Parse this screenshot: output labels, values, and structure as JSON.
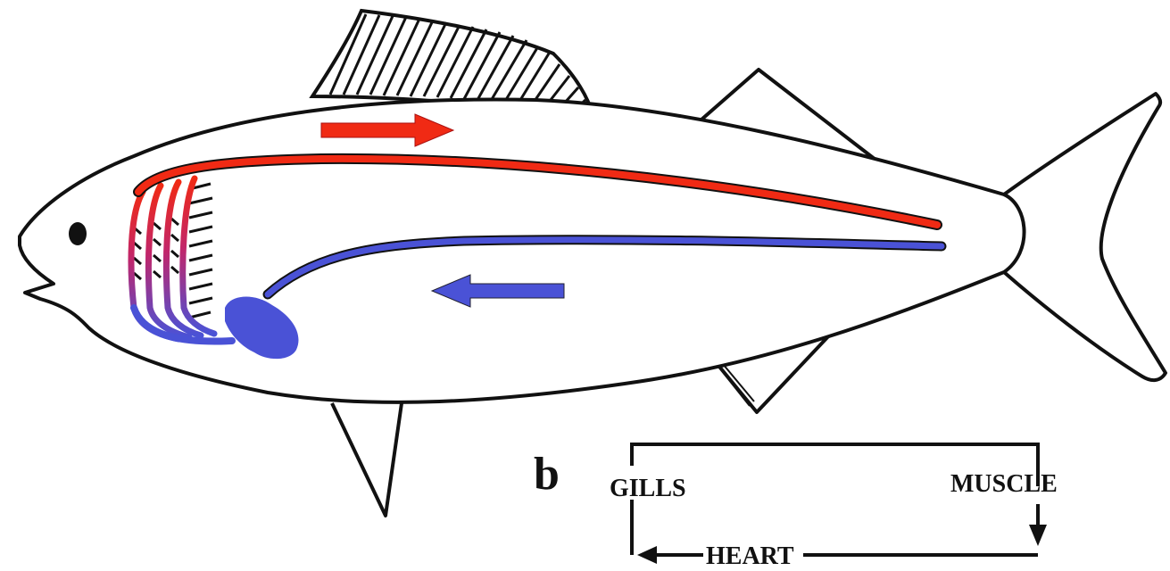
{
  "panel_label": "b",
  "schematic": {
    "gills": "GILLS",
    "muscle": "MUSCLE",
    "heart": "HEART"
  },
  "colors": {
    "oxygenated": "#f02a14",
    "deoxygenated": "#4a52d6",
    "outline": "#111111",
    "background": "#ffffff"
  }
}
